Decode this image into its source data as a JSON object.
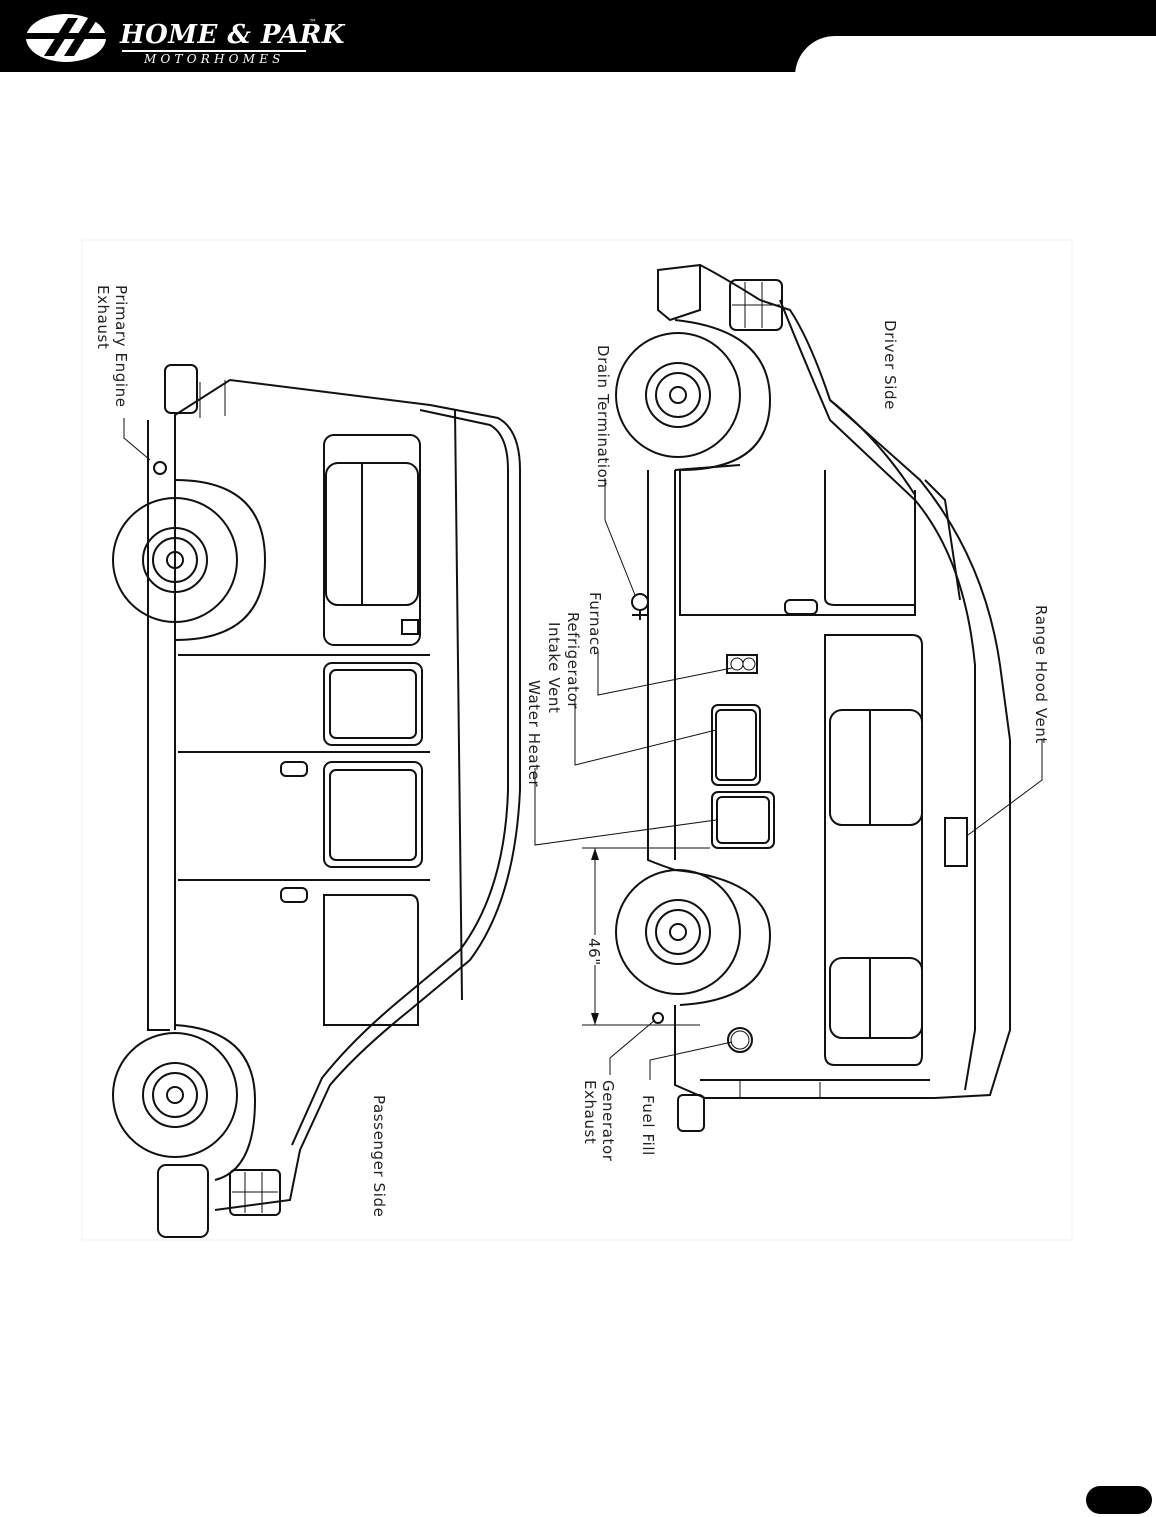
{
  "header": {
    "brand_name": "HOME & PARK",
    "brand_sub": "MOTORHOMES",
    "trademark": "™"
  },
  "labels": {
    "primary_engine_line1": "Primary Engine",
    "primary_engine_line2": "Exhaust",
    "passenger_side": "Passenger Side",
    "driver_side": "Driver Side",
    "drain_termination": "Drain Termination",
    "furnace": "Furnace",
    "refrigerator_line1": "Refrigerator",
    "refrigerator_line2": "Intake Vent",
    "water_heater": "Water Heater",
    "dimension": "46\"",
    "generator_line1": "Generator",
    "generator_line2": "Exhaust",
    "fuel_fill": "Fuel Fill",
    "range_hood_vent": "Range Hood Vent"
  },
  "colors": {
    "header_bg": "#000000",
    "line": "#111111"
  }
}
